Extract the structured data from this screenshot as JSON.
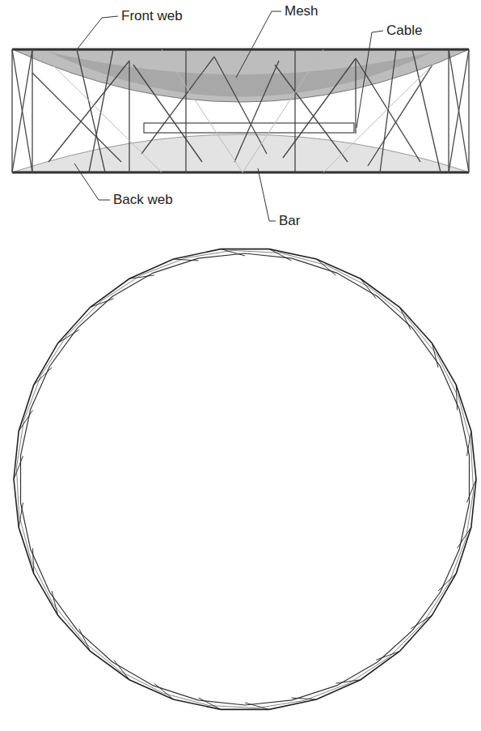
{
  "diagram": {
    "labels": [
      "Front web",
      "Mesh",
      "Cable",
      "Back web",
      "Bar"
    ]
  }
}
